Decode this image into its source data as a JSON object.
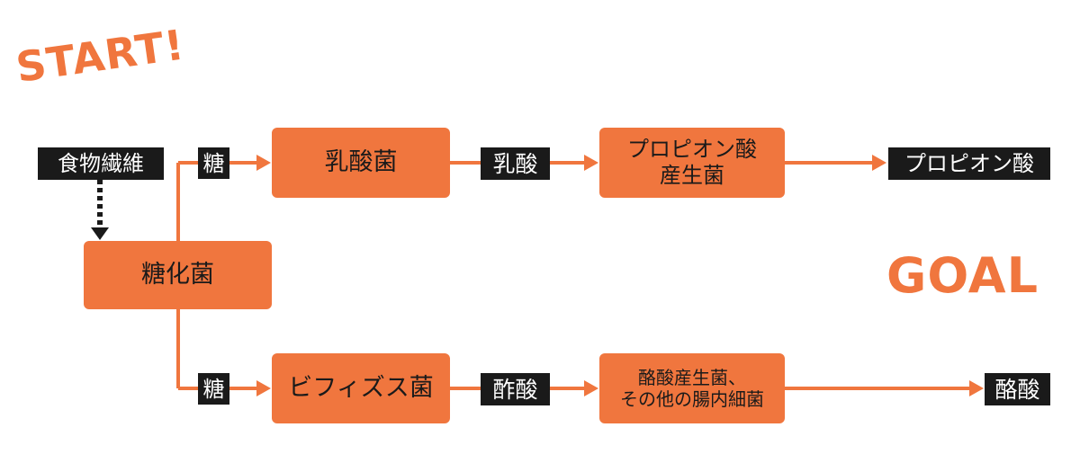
{
  "title_start": "START!",
  "title_goal": "GOAL",
  "colors": {
    "accent": "#f0763e",
    "tag_bg": "#1a1a1a",
    "tag_text": "#ffffff",
    "node_text": "#1a1a1a"
  },
  "input": "食物繊維",
  "sugar_label": "糖",
  "nodes": {
    "saccharifying": "糖化菌",
    "lactic_bacteria": "乳酸菌",
    "bifidobacteria": "ビフィズス菌",
    "propionic_producer": "プロピオン酸\n産生菌",
    "butyric_producer": "酪酸産生菌、\nその他の腸内細菌"
  },
  "intermediates": {
    "lactic_acid": "乳酸",
    "acetic_acid": "酢酸"
  },
  "outputs": {
    "propionic_acid": "プロピオン酸",
    "butyric_acid": "酪酸"
  }
}
